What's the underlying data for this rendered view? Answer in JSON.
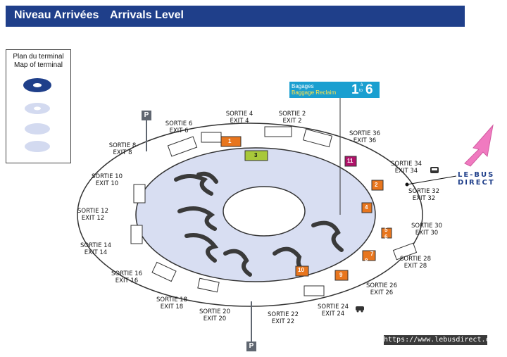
{
  "header": {
    "title_fr": "Niveau Arrivées",
    "title_en": "Arrivals Level"
  },
  "legend": {
    "title_fr": "Plan du terminal",
    "title_en": "Map of terminal"
  },
  "baggage": {
    "label_fr": "Bagages",
    "label_en": "Baggage Reclaim",
    "range_from": "1",
    "range_a": "à",
    "range_to": "to",
    "range_end": "6"
  },
  "parking": {
    "label": "P"
  },
  "brand": {
    "line1": "LE-BUS",
    "line2": "DIRECT"
  },
  "url": "https://www.lebusdirect.com/",
  "exits": [
    {
      "fr": "SORTIE 2",
      "en": "EXIT 2"
    },
    {
      "fr": "SORTIE 4",
      "en": "EXIT 4"
    },
    {
      "fr": "SORTIE 6",
      "en": "EXIT 6"
    },
    {
      "fr": "SORTIE 8",
      "en": "EXIT 8"
    },
    {
      "fr": "SORTIE 10",
      "en": "EXIT 10"
    },
    {
      "fr": "SORTIE 12",
      "en": "EXIT 12"
    },
    {
      "fr": "SORTIE 14",
      "en": "EXIT 14"
    },
    {
      "fr": "SORTIE 16",
      "en": "EXIT 16"
    },
    {
      "fr": "SORTIE 18",
      "en": "EXIT 18"
    },
    {
      "fr": "SORTIE 20",
      "en": "EXIT 20"
    },
    {
      "fr": "SORTIE 22",
      "en": "EXIT 22"
    },
    {
      "fr": "SORTIE 24",
      "en": "EXIT 24"
    },
    {
      "fr": "SORTIE 26",
      "en": "EXIT 26"
    },
    {
      "fr": "SORTIE 28",
      "en": "EXIT 28"
    },
    {
      "fr": "SORTIE 30",
      "en": "EXIT 30"
    },
    {
      "fr": "SORTIE 32",
      "en": "EXIT 32"
    },
    {
      "fr": "SORTIE 34",
      "en": "EXIT 34"
    },
    {
      "fr": "SORTIE 36",
      "en": "EXIT 36"
    }
  ],
  "zones": [
    "1",
    "2",
    "3",
    "4",
    "5",
    "6",
    "7",
    "8",
    "9",
    "10",
    "11"
  ],
  "colors": {
    "header": "#1f3f8a",
    "orange": "#e8761e",
    "green": "#a8c83a",
    "magenta": "#b0126a",
    "floor": "#d8def2",
    "pink_arrow": "#f07ac0"
  }
}
